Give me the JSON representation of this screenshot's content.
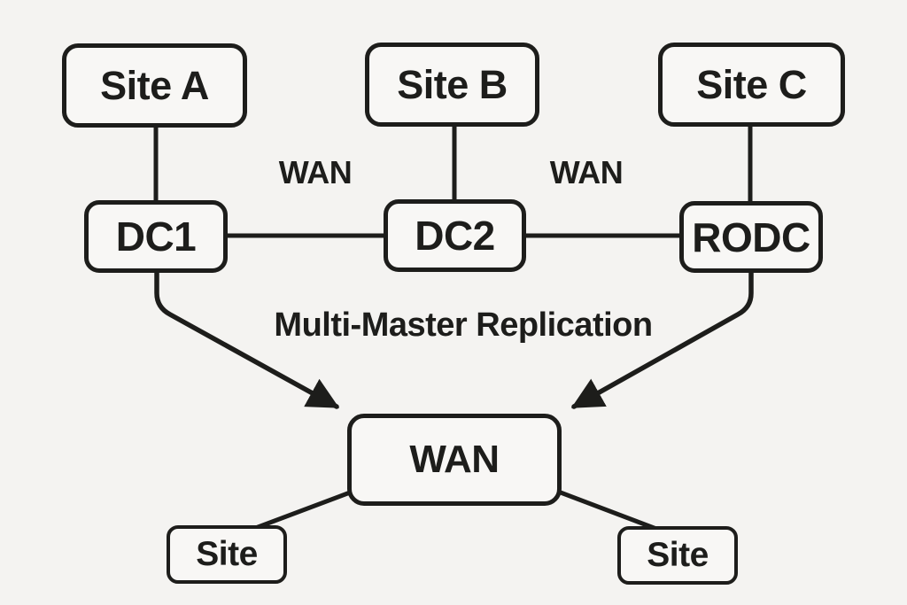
{
  "diagram": {
    "type": "network-topology",
    "colors": {
      "background": "#f4f3f1",
      "stroke": "#1d1d1b",
      "box_fill": "#f8f7f5",
      "text": "#1d1d1b"
    },
    "nodes": {
      "site_a": "Site A",
      "site_b": "Site B",
      "site_c": "Site C",
      "dc1": "DC1",
      "dc2": "DC2",
      "rodc": "RODC",
      "wan_hub": "WAN",
      "site_bottom_left": "Site",
      "site_bottom_right": "Site"
    },
    "edge_labels": {
      "wan_left": "WAN",
      "wan_right": "WAN"
    },
    "caption": "Multi-Master Replication",
    "edges": [
      {
        "from": "Site A",
        "to": "DC1",
        "style": "line"
      },
      {
        "from": "Site B",
        "to": "DC2",
        "style": "line"
      },
      {
        "from": "Site C",
        "to": "RODC",
        "style": "line"
      },
      {
        "from": "DC1",
        "to": "DC2",
        "style": "line",
        "label": "WAN"
      },
      {
        "from": "DC2",
        "to": "RODC",
        "style": "line",
        "label": "WAN"
      },
      {
        "from": "DC1",
        "to": "WAN",
        "style": "arrow"
      },
      {
        "from": "RODC",
        "to": "WAN",
        "style": "arrow"
      },
      {
        "from": "WAN",
        "to": "Site (bottom left)",
        "style": "line"
      },
      {
        "from": "WAN",
        "to": "Site (bottom right)",
        "style": "line"
      }
    ]
  }
}
